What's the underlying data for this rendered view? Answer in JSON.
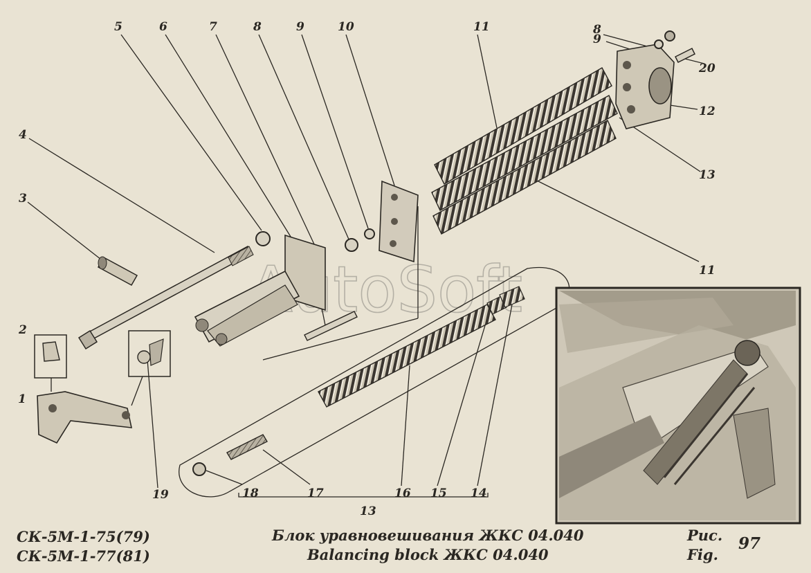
{
  "figure": {
    "models": [
      "СК-5М-1-75(79)",
      "СК-5М-1-77(81)"
    ],
    "title_ru": "Блок уравновешивания  ЖКС 04.040",
    "title_en": "Balancing block  ЖКС 04.040",
    "fig_label_ru": "Рис.",
    "fig_label_en": "Fig.",
    "fig_number": "97",
    "watermark": "AutoSoft"
  },
  "callouts": {
    "c1": "1",
    "c2": "2",
    "c3": "3",
    "c4": "4",
    "c5": "5",
    "c6": "6",
    "c7": "7",
    "c8a": "8",
    "c8b": "8",
    "c9a": "9",
    "c9b": "9",
    "c10": "10",
    "c11a": "11",
    "c11b": "11",
    "c12": "12",
    "c13a": "13",
    "c13b": "13",
    "c14": "14",
    "c15": "15",
    "c16": "16",
    "c17": "17",
    "c18": "18",
    "c19": "19",
    "c20": "20"
  },
  "colors": {
    "ink": "#2a2722",
    "paper": "#e9e3d3",
    "metal": "#d8d2c2",
    "shade": "#8f887a"
  }
}
